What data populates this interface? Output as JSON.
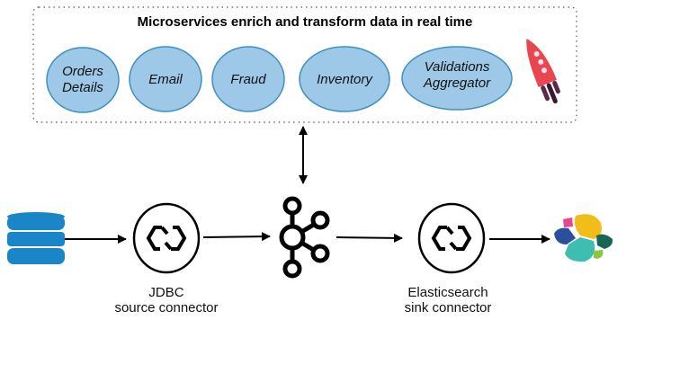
{
  "diagram": {
    "group_title": "Microservices enrich and transform data in real time",
    "services": [
      {
        "line1": "Orders",
        "line2": "Details"
      },
      {
        "line1": "Email",
        "line2": ""
      },
      {
        "line1": "Fraud",
        "line2": ""
      },
      {
        "line1": "Inventory",
        "line2": ""
      },
      {
        "line1": "Validations",
        "line2": "Aggregator"
      }
    ],
    "source_connector": {
      "line1": "JDBC",
      "line2": "source connector"
    },
    "sink_connector": {
      "line1": "Elasticsearch",
      "line2": "sink connector"
    },
    "icons": [
      "database-icon",
      "connector-icon",
      "kafka-icon",
      "elasticsearch-icon",
      "rocket-icon"
    ],
    "colors": {
      "service_fill": "#9dc8e8",
      "service_stroke": "#3f8fbf",
      "database": "#1a86c8",
      "rocket": "#e8474f"
    }
  }
}
